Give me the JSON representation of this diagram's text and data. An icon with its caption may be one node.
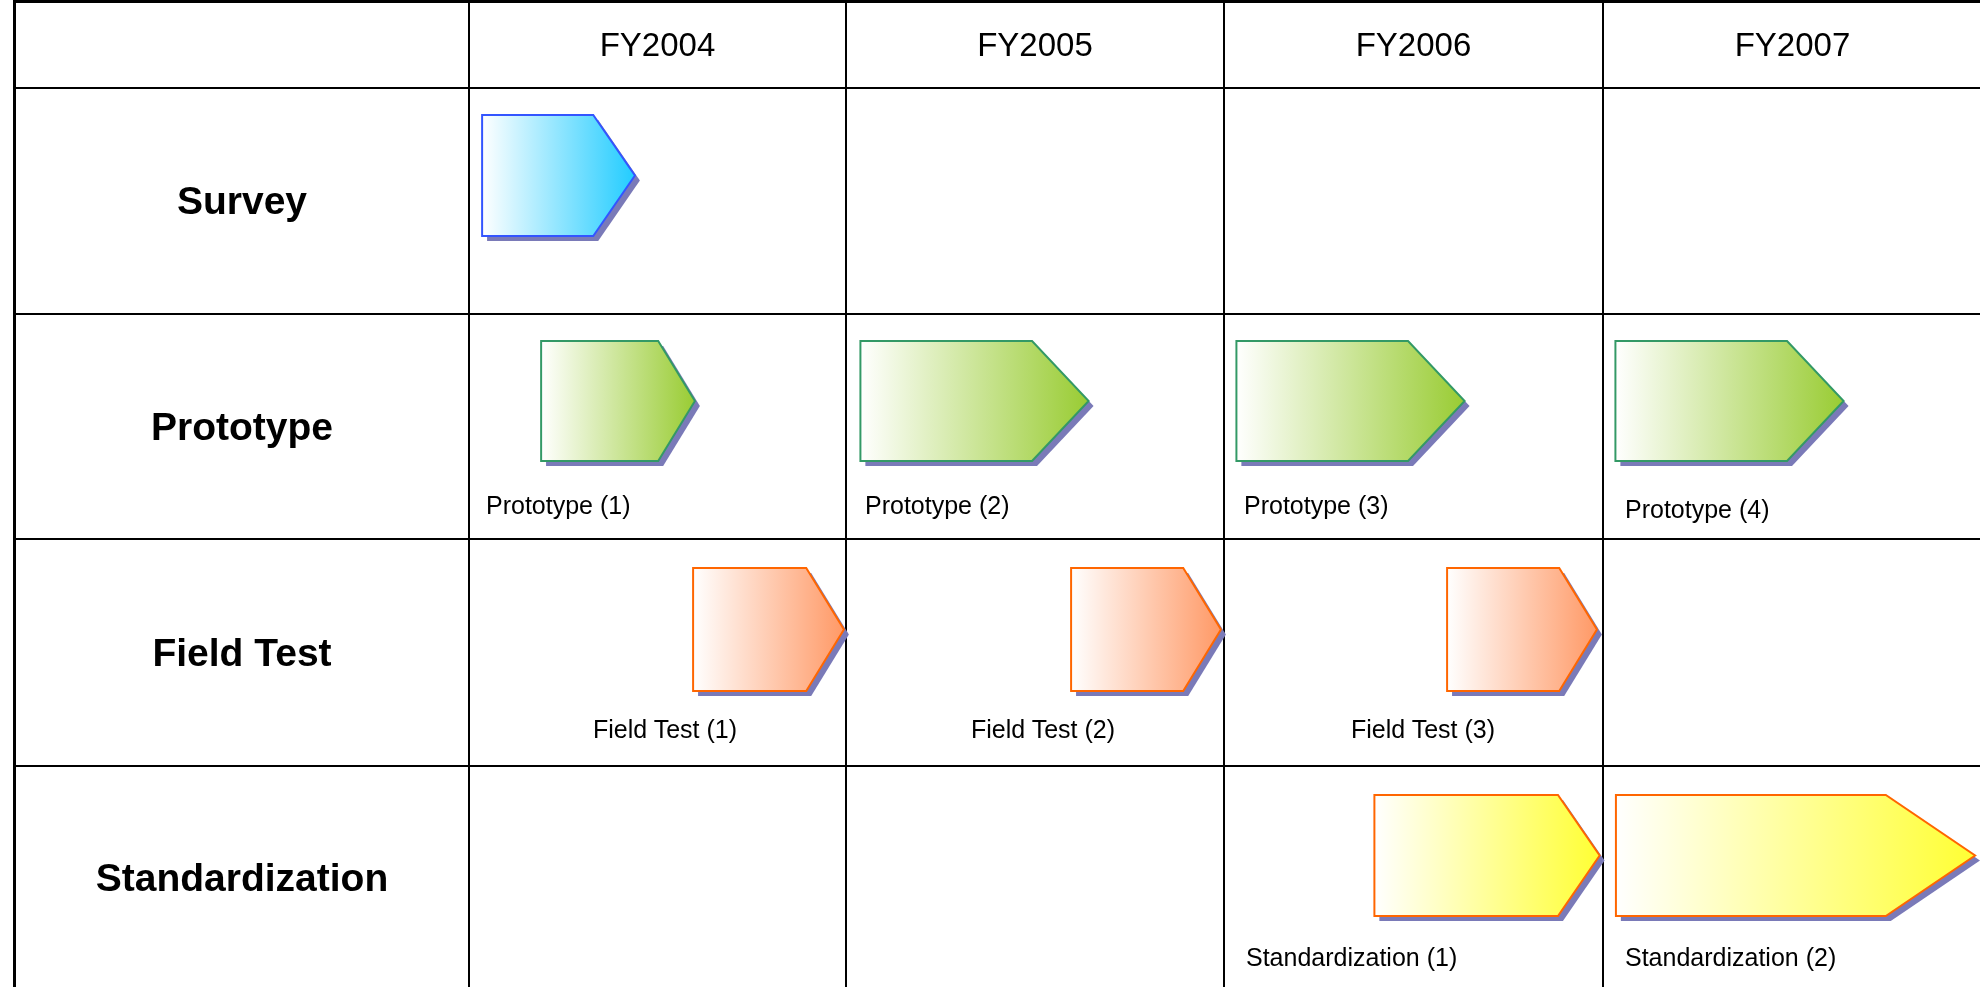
{
  "diagram": {
    "nodes": [
      {
        "text": [],
        "shape": "pentagon"
      },
      {
        "text": [
          "Prototype (1)"
        ]
      },
      {
        "text": [
          "Prototype (2)"
        ]
      },
      {
        "text": [
          "Prototype (3)"
        ]
      },
      {
        "text": [
          "Prototype (4)"
        ]
      },
      {
        "text": [
          "Field Test (1)"
        ]
      },
      {
        "text": [
          "Field Test (2)"
        ]
      },
      {
        "text": [
          "Field Test (3)"
        ]
      },
      {
        "text": [
          "Standardization (1)"
        ]
      },
      {
        "text": [
          "Standardization (2)"
        ]
      }
    ],
    "edges": [],
    "labels": [
      "FY2004",
      "FY2005",
      "FY2006",
      "FY2007",
      "Survey",
      "Prototype",
      "Field Test",
      "Standardization"
    ]
  }
}
